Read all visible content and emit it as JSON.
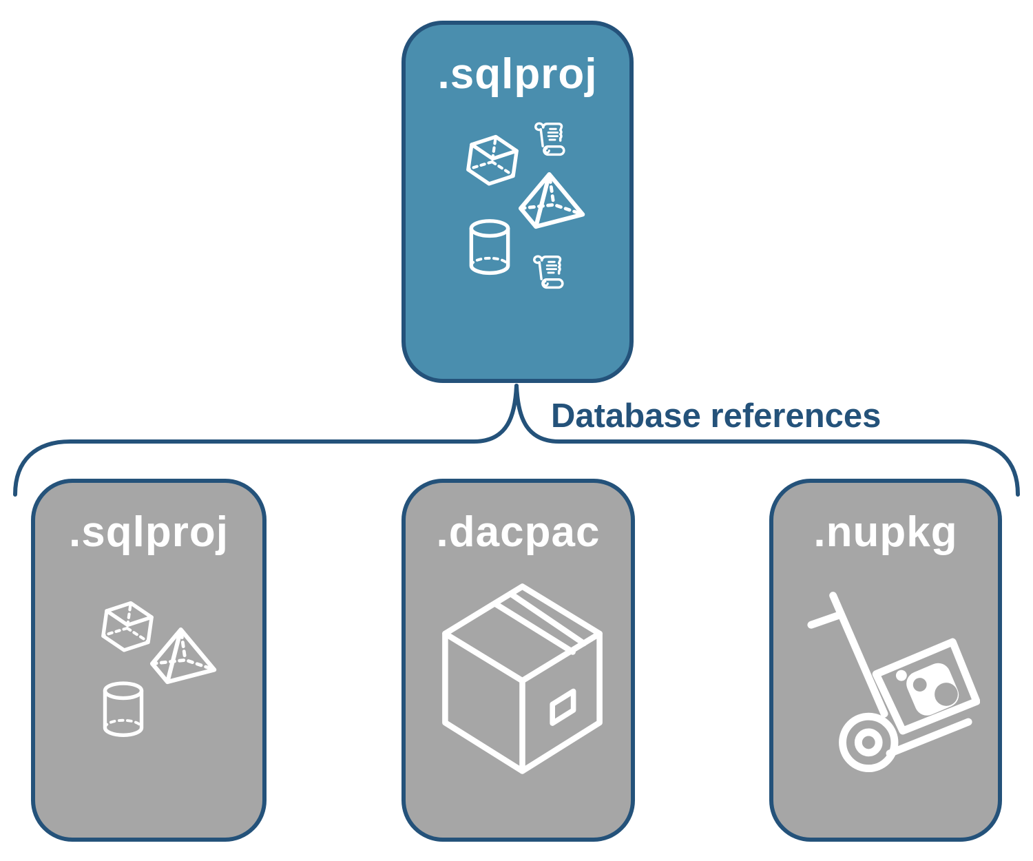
{
  "diagram": {
    "connector_label": "Database references",
    "parent": {
      "label": ".sqlproj",
      "icons": [
        "script-icon",
        "cube-icon",
        "pyramid-icon",
        "cylinder-icon",
        "script-icon"
      ]
    },
    "children": [
      {
        "label": ".sqlproj",
        "icons": [
          "cube-icon",
          "pyramid-icon",
          "cylinder-icon"
        ]
      },
      {
        "label": ".dacpac",
        "icons": [
          "package-box-icon"
        ]
      },
      {
        "label": ".nupkg",
        "icons": [
          "hand-truck-icon"
        ]
      }
    ]
  },
  "colors": {
    "accent_blue": "#4A8EAE",
    "box_gray": "#A6A6A6",
    "navy": "#24527A",
    "icon_white": "#FFFFFF"
  }
}
